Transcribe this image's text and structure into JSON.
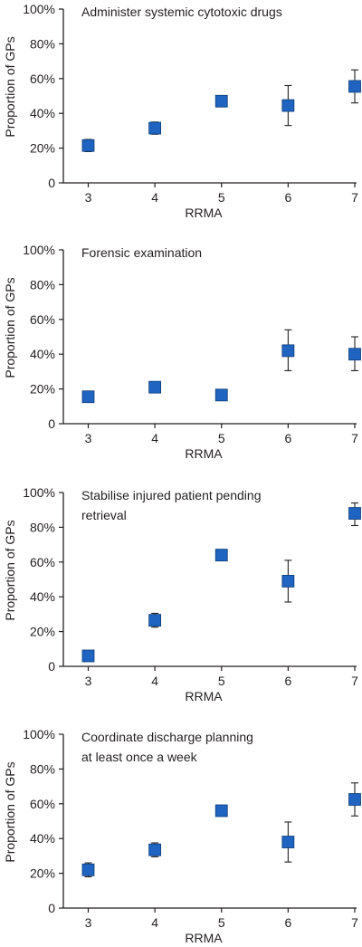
{
  "chart_data": [
    {
      "type": "scatter",
      "title": "Administer systemic cytotoxic drugs",
      "xlabel": "RRMA",
      "ylabel": "Proportion of GPs",
      "x": [
        3,
        4,
        5,
        6,
        7
      ],
      "values": [
        21.5,
        31.5,
        47,
        44.5,
        55.5
      ],
      "error_low": [
        18,
        28,
        45.5,
        33,
        46
      ],
      "error_high": [
        25,
        35,
        48.5,
        56,
        65
      ],
      "ylim": [
        0,
        100
      ],
      "yticks": [
        0,
        20,
        40,
        60,
        80,
        100
      ],
      "yticklabels": [
        "0",
        "20%",
        "40%",
        "60%",
        "80%",
        "100%"
      ],
      "xticks": [
        3,
        4,
        5,
        6,
        7
      ],
      "grid": false,
      "marker_color": "#1e64c0"
    },
    {
      "type": "scatter",
      "title": "Forensic examination",
      "xlabel": "RRMA",
      "ylabel": "Proportion of GPs",
      "x": [
        3,
        4,
        5,
        6,
        7
      ],
      "values": [
        15.5,
        21,
        16.5,
        42,
        40
      ],
      "error_low": [
        12.5,
        18.5,
        15.5,
        30.5,
        30.5
      ],
      "error_high": [
        18.5,
        24,
        17.5,
        54,
        50
      ],
      "ylim": [
        0,
        100
      ],
      "yticks": [
        0,
        20,
        40,
        60,
        80,
        100
      ],
      "yticklabels": [
        "0",
        "20%",
        "40%",
        "60%",
        "80%",
        "100%"
      ],
      "xticks": [
        3,
        4,
        5,
        6,
        7
      ],
      "grid": false,
      "marker_color": "#1e64c0"
    },
    {
      "type": "scatter",
      "title": "Stabilise injured patient pending retrieval",
      "title_lines": [
        "Stabilise injured patient pending",
        "retrieval"
      ],
      "xlabel": "RRMA",
      "ylabel": "Proportion of GPs",
      "x": [
        3,
        4,
        5,
        6,
        7
      ],
      "values": [
        6,
        26.5,
        64,
        49,
        88
      ],
      "error_low": [
        5,
        22.5,
        62.5,
        37,
        81
      ],
      "error_high": [
        7,
        30.5,
        65.5,
        61,
        94
      ],
      "ylim": [
        0,
        100
      ],
      "yticks": [
        0,
        20,
        40,
        60,
        80,
        100
      ],
      "yticklabels": [
        "0",
        "20%",
        "40%",
        "60%",
        "80%",
        "100%"
      ],
      "xticks": [
        3,
        4,
        5,
        6,
        7
      ],
      "grid": false,
      "marker_color": "#1e64c0"
    },
    {
      "type": "scatter",
      "title": "Coordinate discharge planning at least once a week",
      "title_lines": [
        "Coordinate discharge planning",
        "at least once a week"
      ],
      "xlabel": "RRMA",
      "ylabel": "Proportion of GPs",
      "x": [
        3,
        4,
        5,
        6,
        7
      ],
      "values": [
        22,
        33.5,
        56,
        38,
        62.5
      ],
      "error_low": [
        18,
        29.5,
        54.5,
        26.5,
        53
      ],
      "error_high": [
        26,
        37.5,
        57.5,
        49.5,
        72
      ],
      "ylim": [
        0,
        100
      ],
      "yticks": [
        0,
        20,
        40,
        60,
        80,
        100
      ],
      "yticklabels": [
        "0",
        "20%",
        "40%",
        "60%",
        "80%",
        "100%"
      ],
      "xticks": [
        3,
        4,
        5,
        6,
        7
      ],
      "grid": false,
      "marker_color": "#1e64c0"
    }
  ]
}
